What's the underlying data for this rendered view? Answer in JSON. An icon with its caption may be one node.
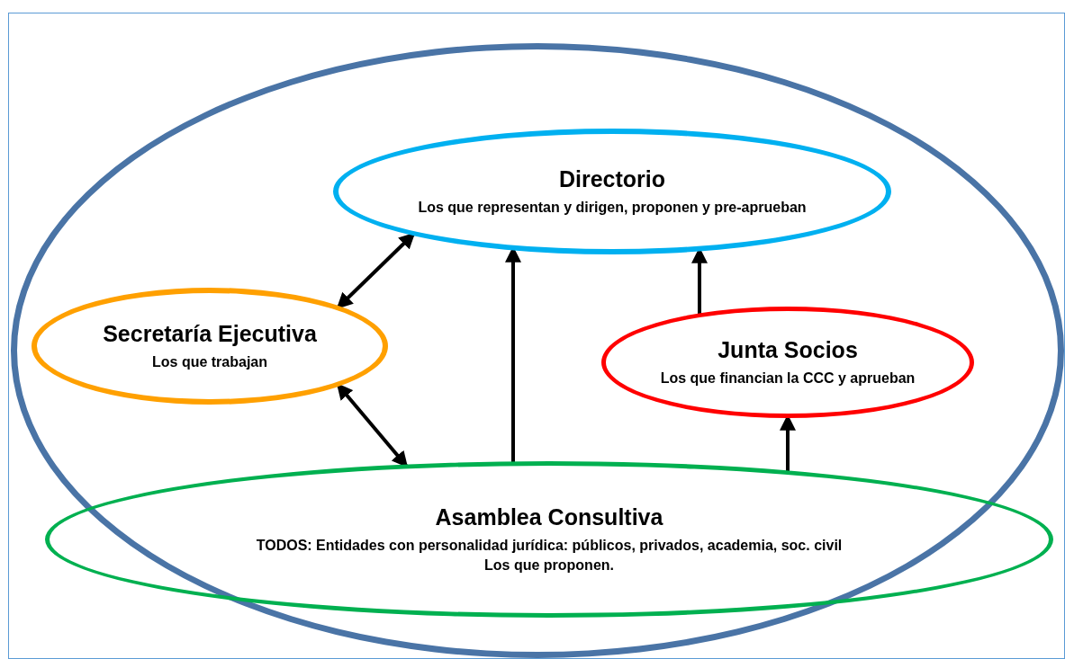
{
  "diagram": {
    "nodes": [
      {
        "text": [],
        "shape": "ellipse"
      },
      {
        "text": [
          "Directorio",
          "Los que representan y dirigen, proponen y pre-aprueban"
        ],
        "in": 0
      },
      {
        "text": [
          "Secretaría Ejecutiva",
          "Los que trabajan"
        ],
        "in": 0
      },
      {
        "text": [
          "Junta Socios",
          "Los que financian la CCC y aprueban"
        ],
        "in": 0
      },
      {
        "text": [
          "Asamblea Consultiva",
          "TODOS: Entidades con personalidad jurídica: públicos, privados, academia, soc. civil",
          "Los que proponen."
        ],
        "in": 0
      }
    ],
    "edges": [
      {
        "from": 2,
        "to": 1,
        "arrow": "both"
      },
      {
        "from": 2,
        "to": 4,
        "arrow": "both"
      },
      {
        "from": 4,
        "to": 1,
        "arrow": "to"
      },
      {
        "from": 3,
        "to": 1,
        "arrow": "to"
      },
      {
        "from": 4,
        "to": 3,
        "arrow": "to"
      }
    ]
  }
}
